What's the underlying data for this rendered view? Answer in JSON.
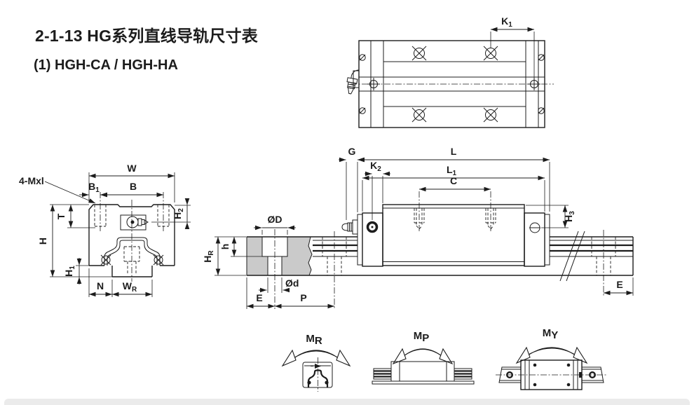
{
  "page": {
    "title": "2-1-13 HG系列直线导轨尺寸表",
    "subtitle": "(1) HGH-CA / HGH-HA"
  },
  "colors": {
    "ink": "#1c1c1c",
    "rail_section": "#cacaca",
    "footer_bar": "#ebebeb"
  },
  "top_view": {
    "k1": {
      "main": "K",
      "sub": "1"
    }
  },
  "cross_section": {
    "screw_note": "4-Mxl",
    "w": "W",
    "b1": {
      "main": "B",
      "sub": "1"
    },
    "b": "B",
    "t": "T",
    "h": "H",
    "h1": {
      "main": "H",
      "sub": "1"
    },
    "h2": {
      "main": "H",
      "sub": "2"
    },
    "n": "N",
    "wr": {
      "main": "W",
      "sub": "R"
    }
  },
  "side_view": {
    "g": "G",
    "l": "L",
    "k2": {
      "main": "K",
      "sub": "2"
    },
    "l1": {
      "main": "L",
      "sub": "1"
    },
    "c": "C",
    "h3": {
      "main": "H",
      "sub": "3"
    },
    "dia_D": "ØD",
    "dia_d": "Ød",
    "h_depth": "h",
    "hr": {
      "main": "H",
      "sub": "R"
    },
    "e_left": "E",
    "p": "P",
    "e_right": "E"
  },
  "moments": {
    "mr": {
      "main": "M",
      "sub": "R"
    },
    "mp": {
      "main": "M",
      "sub": "P"
    },
    "my": {
      "main": "M",
      "sub": "Y"
    }
  }
}
